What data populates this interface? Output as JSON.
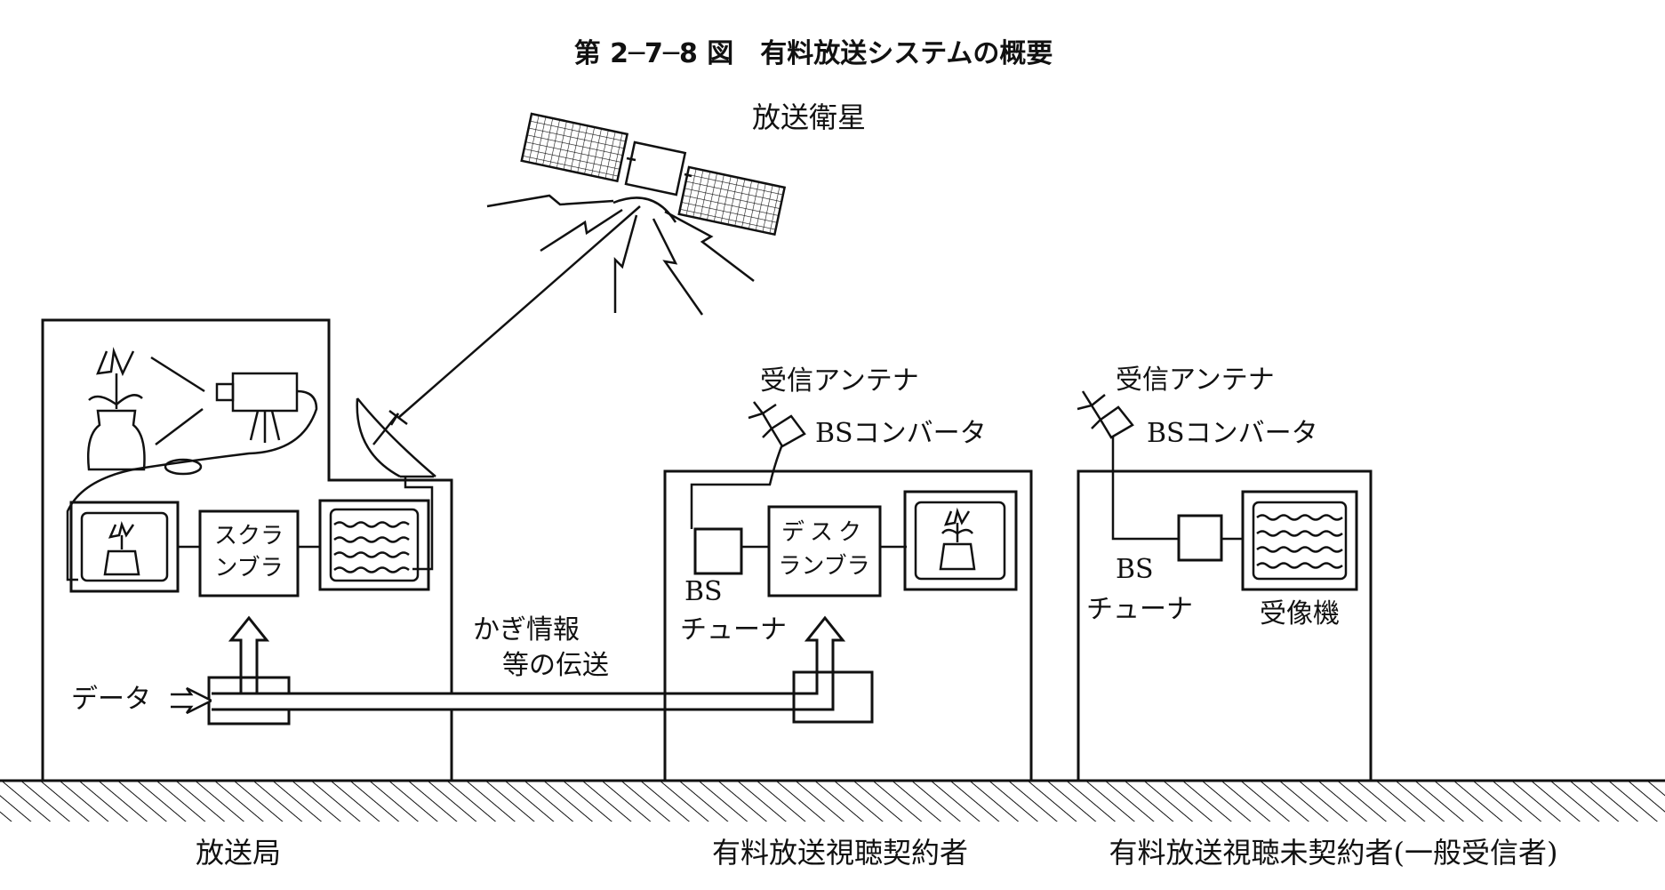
{
  "figure": {
    "title": "第 2─7─8 図　有料放送システムの概要"
  },
  "satellite": {
    "label": "放送衛星"
  },
  "station": {
    "label": "放送局",
    "scrambler": [
      "スクラ",
      "ンブラ"
    ],
    "data_label": "データ"
  },
  "key_transmission": [
    "かぎ情報",
    "等の伝送"
  ],
  "subscriber": {
    "label": "有料放送視聴契約者",
    "antenna": "受信アンテナ",
    "converter": "BSコンバータ",
    "tuner": [
      "BS",
      "チューナ"
    ],
    "descrambler": [
      "デスク",
      "ランブラ"
    ]
  },
  "non_subscriber": {
    "label": "有料放送視聴未契約者(一般受信者)",
    "antenna": "受信アンテナ",
    "converter": "BSコンバータ",
    "tuner": [
      "BS",
      "チューナ"
    ],
    "receiver": "受像機"
  },
  "colors": {
    "ink": "#111111",
    "paper": "#ffffff"
  }
}
